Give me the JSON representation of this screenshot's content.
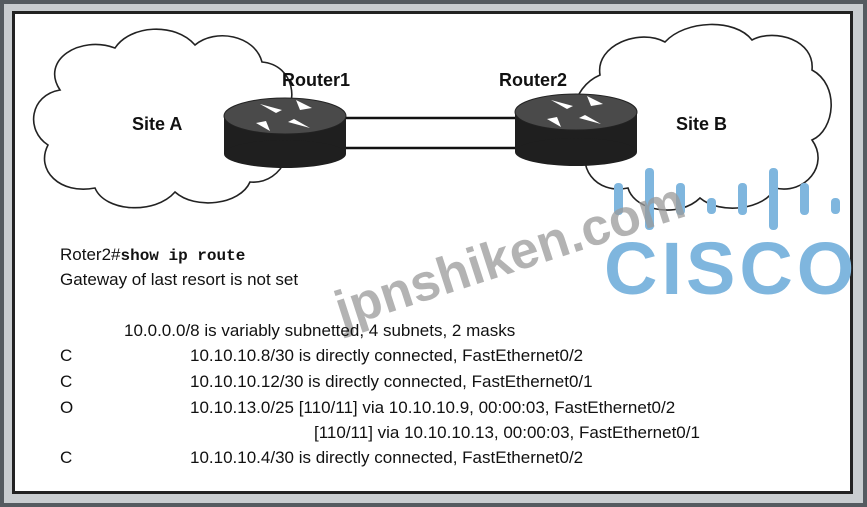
{
  "diagram": {
    "site_a": "Site A",
    "site_b": "Site B",
    "router1": "Router1",
    "router2": "Router2",
    "watermark": "jpnshiken.com",
    "brand": "CISCO",
    "colors": {
      "brand": "#7fb6de",
      "router_body": "#2a2a2a",
      "watermark": "#9a9a9a"
    }
  },
  "cli": {
    "prompt": "Roter2#",
    "command": "show ip route",
    "gateway": "Gateway of last resort is not set",
    "summary": "10.0.0.0/8 is variably subnetted, 4 subnets, 2 masks",
    "routes": [
      {
        "code": "C",
        "text": "10.10.10.8/30 is directly connected, FastEthernet0/2"
      },
      {
        "code": "C",
        "text": "10.10.10.12/30 is directly connected, FastEthernet0/1"
      },
      {
        "code": "O",
        "text": "10.10.13.0/25 [110/11] via 10.10.10.9, 00:00:03, FastEthernet0/2"
      },
      {
        "code": "",
        "text": "[110/11] via 10.10.10.13, 00:00:03, FastEthernet0/1"
      },
      {
        "code": "C",
        "text": "10.10.10.4/30 is directly connected, FastEthernet0/2"
      }
    ]
  }
}
